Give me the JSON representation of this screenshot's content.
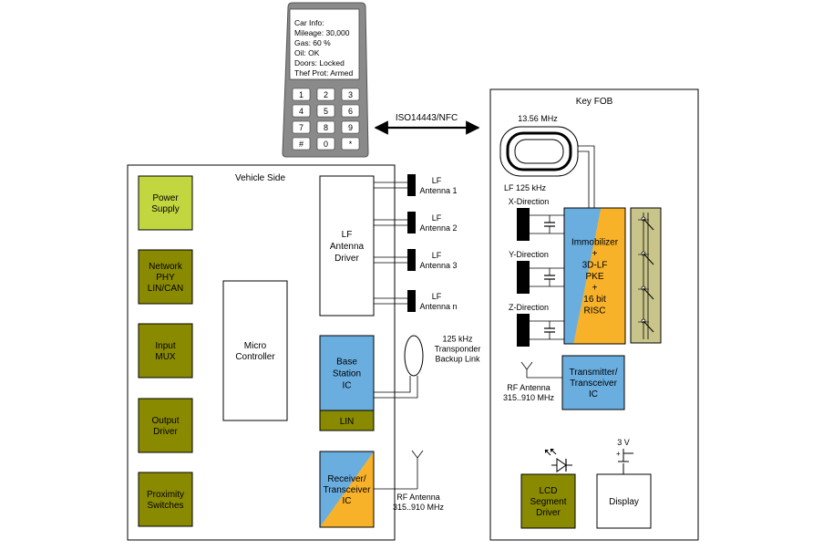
{
  "phone": {
    "lines": [
      "Car Info:",
      "Mileage: 30,000",
      "Gas: 60 %",
      "Oil: OK",
      "Doors: Locked",
      "Thef Prot: Armed"
    ],
    "keys": [
      "1",
      "2",
      "3",
      "4",
      "5",
      "6",
      "7",
      "8",
      "9",
      "#",
      "0",
      "*"
    ]
  },
  "link_label": "ISO14443/NFC",
  "vehicle": {
    "title": "Vehicle Side",
    "power_supply": [
      "Power",
      "Supply"
    ],
    "network": [
      "Network",
      "PHY",
      "LIN/CAN"
    ],
    "input_mux": [
      "Input",
      "MUX"
    ],
    "output_driver": [
      "Output",
      "Driver"
    ],
    "proximity": [
      "Proximity",
      "Switches"
    ],
    "micro": [
      "Micro",
      "Controller"
    ],
    "lf_driver": [
      "LF",
      "Antenna",
      "Driver"
    ],
    "base_station": [
      "Base",
      "Station",
      "IC"
    ],
    "lin": "LIN",
    "receiver": [
      "Receiver/",
      "Transceiver",
      "IC"
    ],
    "antennas": [
      {
        "line1": "LF",
        "line2": "Antenna 1"
      },
      {
        "line1": "LF",
        "line2": "Antenna 2"
      },
      {
        "line1": "LF",
        "line2": "Antenna 3"
      },
      {
        "line1": "LF",
        "line2": "Antenna n"
      }
    ],
    "transponder": [
      "125 kHz",
      "Transponder",
      "Backup Link"
    ],
    "rf_antenna": [
      "RF Antenna",
      "315..910 MHz"
    ]
  },
  "fob": {
    "title": "Key FOB",
    "freq_1356": "13.56 MHz",
    "lf_125": "LF 125 kHz",
    "directions": [
      "X-Direction",
      "Y-Direction",
      "Z-Direction"
    ],
    "immobilizer": [
      "Immobilizer",
      "+",
      "3D-LF",
      "PKE",
      "+",
      "16 bit",
      "RISC"
    ],
    "transmitter": [
      "Transmitter/",
      "Transceiver",
      "IC"
    ],
    "rf_antenna": [
      "RF Antenna",
      "315..910 MHz"
    ],
    "lcd": [
      "LCD",
      "Segment",
      "Driver"
    ],
    "display": "Display",
    "battery": "3 V"
  },
  "colors": {
    "lime": "#c2d640",
    "olive": "#8a8a00",
    "blue": "#6aaee0",
    "orange": "#f8b22a",
    "switch_panel": "#c9c48a"
  }
}
